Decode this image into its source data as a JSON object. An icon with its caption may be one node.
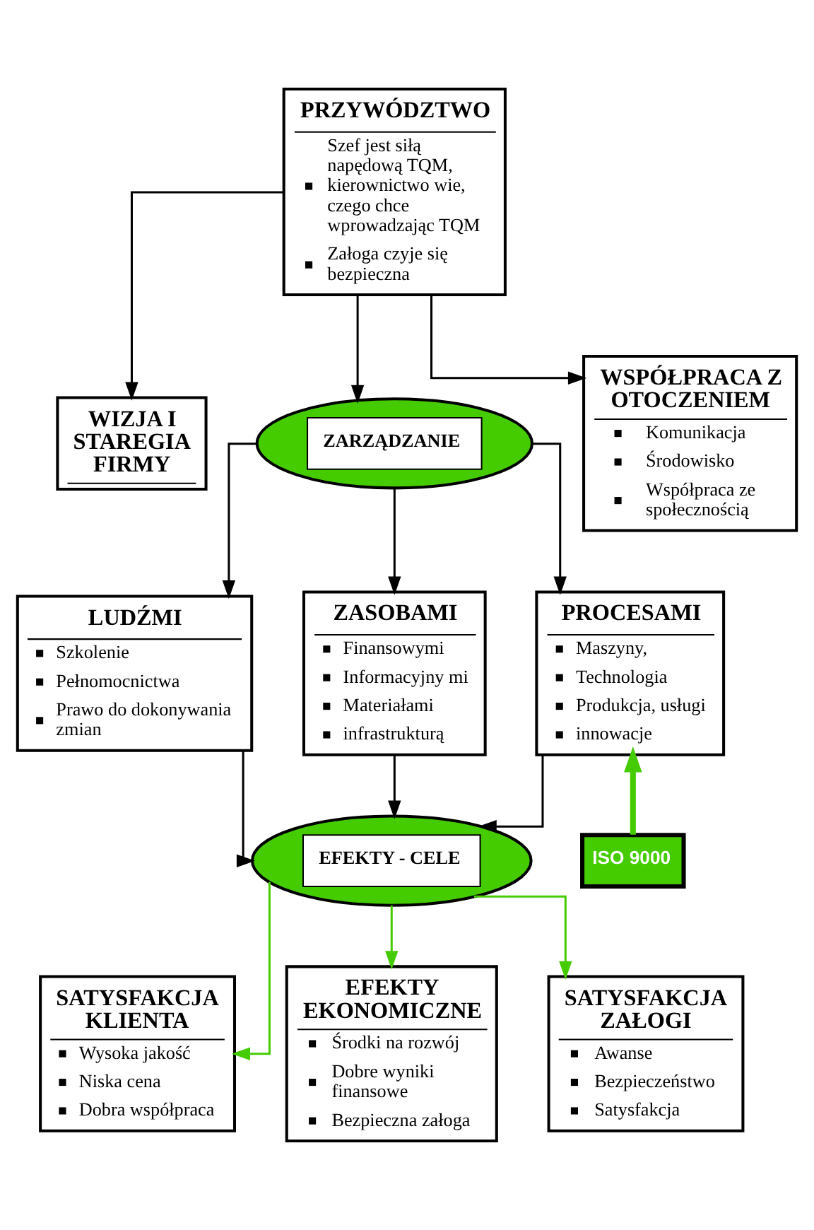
{
  "diagram": {
    "nodes": [
      {
        "text": [
          "PRZYWÓDZTWO",
          "Szef jest siłą napędową TQM, kierownictwo wie, czego chce wprowadzając TQM",
          "Załoga czyje się bezpieczna"
        ]
      },
      {
        "text": [
          "WIZJA I STAREGIA FIRMY"
        ]
      },
      {
        "text": [
          "ZARZĄDZANIE"
        ]
      },
      {
        "text": [
          "WSPÓŁPRACA Z OTOCZENIEM",
          "Komunikacja",
          "Środowisko",
          "Współpraca ze społecznością"
        ]
      },
      {
        "text": [
          "LUDŹMI",
          "Szkolenie",
          "Pełnomocnictwa",
          "Prawo do dokonywania zmian"
        ]
      },
      {
        "text": [
          "ZASOBAMI",
          "Finansowymi",
          "Informacyjny mi",
          "Materiałami",
          "infrastrukturą"
        ]
      },
      {
        "text": [
          "PROCESAMI",
          "Maszyny,",
          "Technologia",
          "Produkcja, usługi",
          "innowacje"
        ]
      },
      {
        "text": [
          "ISO 9000"
        ]
      },
      {
        "text": [
          "EFEKTY - CELE"
        ]
      },
      {
        "text": [
          "SATYSFAKCJA KLIENTA",
          "Wysoka jakość",
          "Niska cena",
          "Dobra współpraca"
        ]
      },
      {
        "text": [
          "EFEKTY EKONOMICZNE",
          "Środki na rozwój",
          "Dobre wyniki finansowe",
          "Bezpieczna załoga"
        ]
      },
      {
        "text": [
          "SATYSFAKCJA ZAŁOGI",
          "Awanse",
          "Bezpieczeństwo",
          "Satysfakcja"
        ]
      }
    ],
    "edges": [
      {
        "from": 0,
        "to": 1,
        "arrow": "to"
      },
      {
        "from": 0,
        "to": 2,
        "arrow": "to"
      },
      {
        "from": 0,
        "to": 3,
        "arrow": "to"
      },
      {
        "from": 2,
        "to": 4,
        "arrow": "to"
      },
      {
        "from": 2,
        "to": 5,
        "arrow": "to"
      },
      {
        "from": 2,
        "to": 6,
        "arrow": "to"
      },
      {
        "from": 4,
        "to": 8,
        "arrow": "to"
      },
      {
        "from": 5,
        "to": 8,
        "arrow": "to"
      },
      {
        "from": 6,
        "to": 8,
        "arrow": "to"
      },
      {
        "from": 7,
        "to": 6,
        "arrow": "to",
        "style": "thick",
        "color": "#44cc00"
      },
      {
        "from": 8,
        "to": 9,
        "arrow": "to",
        "color": "#44cc00"
      },
      {
        "from": 8,
        "to": 10,
        "arrow": "to",
        "color": "#44cc00"
      },
      {
        "from": 8,
        "to": 11,
        "arrow": "to",
        "color": "#44cc00"
      }
    ]
  }
}
